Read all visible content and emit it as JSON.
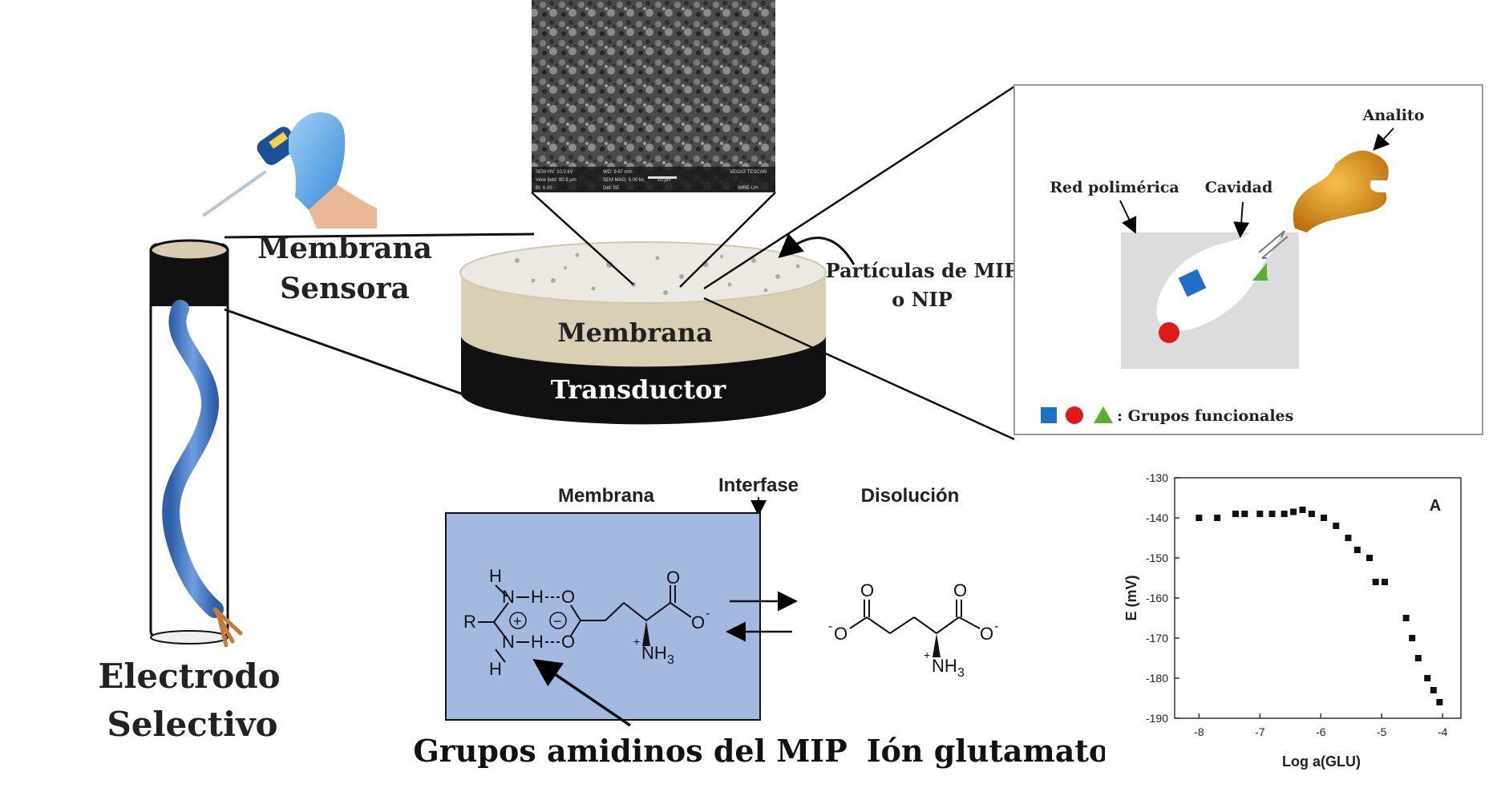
{
  "left": {
    "membrane_line1": "Membrana",
    "membrane_line2": "Sensora",
    "electrode_line1": "Electrodo",
    "electrode_line2": "Selectivo"
  },
  "disk": {
    "membrane_label": "Membrana",
    "transducer_label": "Transductor",
    "particles_line1": "Partículas de MIP",
    "particles_line2": "o NIP"
  },
  "sem": {
    "info_row1": [
      "SEM HV: 10.0 kV",
      "WD: 9.67 mm",
      "VEGA3 TESCAN"
    ],
    "info_row2": [
      "View field: 90.9 µm",
      "SEM MAG: 5.00 kx",
      "10 µm"
    ],
    "info_row3": [
      "BI: 6.00",
      "Det: SE",
      "IMRE-UH"
    ]
  },
  "panel": {
    "analyte": "Analito",
    "polymer_network": "Red polimérica",
    "cavity": "Cavidad",
    "functional_groups": ": Grupos funcionales",
    "colors": {
      "square": "#1f6fc4",
      "circle": "#e01a1a",
      "triangle": "#58b030",
      "analyte": "#d98a1a"
    }
  },
  "interface": {
    "membrane": "Membrana",
    "interphase": "Interfase",
    "solution": "Disolución",
    "amidine_label": "Grupos amidinos del MIP",
    "glutamate_label": "Ión glutamato",
    "box_color": "#a3b9e0",
    "chem": {
      "H_top": "H",
      "H_bottom": "H",
      "R": "R",
      "N_top": "N",
      "N_bottom": "N",
      "H_mid_top": "H",
      "H_mid_bottom": "H",
      "O_top": "O",
      "O_bottom": "O",
      "O_carbonyl": "O",
      "O_minus": "O",
      "NH3": "NH",
      "plus": "+",
      "minus": "−",
      "sub3": "3",
      "superminus": "-"
    },
    "glu": {
      "O_left_top": "O",
      "O_left_minus": "O",
      "O_right_top": "O",
      "O_right_minus": "O",
      "NH3": "NH",
      "sub3": "3",
      "plus": "+",
      "minus": "-"
    }
  },
  "chart_data": {
    "type": "scatter",
    "panel_label": "A",
    "xlabel": "Log a(GLU)",
    "ylabel": "E (mV)",
    "xlim": [
      -8.4,
      -3.7
    ],
    "ylim": [
      -190,
      -130
    ],
    "xticks": [
      -8,
      -7,
      -6,
      -5,
      -4
    ],
    "yticks": [
      -130,
      -140,
      -150,
      -160,
      -170,
      -180,
      -190
    ],
    "series": [
      {
        "x": [
          -8.0,
          -7.7,
          -7.4,
          -7.25,
          -7.0,
          -6.8,
          -6.6,
          -6.45,
          -6.3,
          -6.15,
          -5.95,
          -5.75,
          -5.55,
          -5.4,
          -5.2,
          -5.1,
          -4.95,
          -4.6,
          -4.5,
          -4.4,
          -4.25,
          -4.15,
          -4.05
        ],
        "y": [
          -140,
          -140,
          -139,
          -139,
          -139,
          -139,
          -139,
          -138.5,
          -138,
          -139,
          -140,
          -142,
          -145,
          -148,
          -150,
          -156,
          -156,
          -165,
          -170,
          -175,
          -180,
          -183,
          -186
        ]
      }
    ]
  }
}
